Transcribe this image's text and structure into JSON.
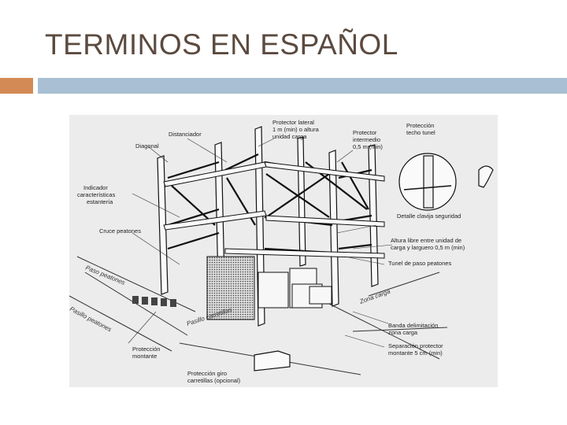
{
  "slide": {
    "title": "TERMINOS EN ESPAÑOL"
  },
  "figure": {
    "labels": {
      "distanciador": "Distanciador",
      "diagonal": "Diagonal",
      "indicador_1": "Indicador",
      "indicador_2": "características",
      "indicador_3": "estantería",
      "cruce_peatones": "Cruce peatones",
      "protector_lateral_1": "Protector lateral",
      "protector_lateral_2": "1 m (min) o altura",
      "protector_lateral_3": "unidad carga",
      "protector_intermedio_1": "Protector",
      "protector_intermedio_2": "intermedio",
      "protector_intermedio_3": "0,5 m (min)",
      "proteccion_techo_1": "Protección",
      "proteccion_techo_2": "techo tunel",
      "detalle_clavija": "Detalle clavija seguridad",
      "altura_libre_1": "Altura libre entre unidad de",
      "altura_libre_2": "carga y larguero 0,5 m (min)",
      "tunel_paso": "Tunel de paso peatones",
      "banda_1": "Banda delimitación",
      "banda_2": "zona carga",
      "separacion_1": "Separación protector",
      "separacion_2": "montante 5 cm (min)",
      "proteccion_montante_1": "Protección",
      "proteccion_montante_2": "montante",
      "proteccion_giro_1": "Protección giro",
      "proteccion_giro_2": "carretillas (opcional)"
    },
    "floor_markings": {
      "paso_peatones": "Paso peatones",
      "pasillo_peatones": "Pasillo peatones",
      "pasillo_carretillas": "Pasillo carretillas",
      "zona_carga": "Zona carga"
    }
  }
}
